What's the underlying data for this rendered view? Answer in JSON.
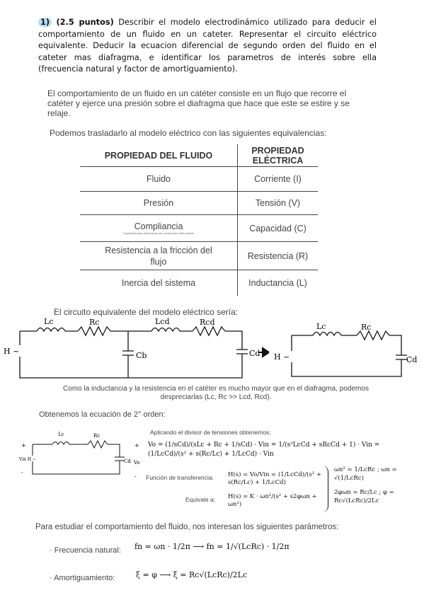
{
  "question": {
    "number": "1)",
    "points": "(2.5 puntos)",
    "text": "Describir el modelo electrodinámico utilizado para deducir el comportamiento de un fluido en un cateter. Representar el circuito eléctrico equivalente. Deducir la ecuacion diferencial de segundo orden del fluido en el cateter mas diafragma, e identificar los parametros de interés sobre ella (frecuencia natural y factor de amortiguamiento)."
  },
  "intro": "El comportamiento de un fluido en un catéter consiste en un flujo que recorre el catéter y ejerce una presión sobre el diafragma que hace que este se estire y se relaje.",
  "equiv_intro": "Podemos trasladarlo al modelo eléctrico con las siguientes equivalencias:",
  "table": {
    "headers": [
      "PROPIEDAD DEL FLUIDO",
      "PROPIEDAD ELÉCTRICA"
    ],
    "rows": [
      {
        "fluid": "Fluido",
        "electric": "Corriente (I)"
      },
      {
        "fluid": "Presión",
        "electric": "Tensión (V)"
      },
      {
        "fluid": "Compliancia",
        "note": "Capacidad para deformarse sin compresión ante presión",
        "electric": "Capacidad (C)"
      },
      {
        "fluid": "Resistencia a la fricción del flujo",
        "electric": "Resistencia (R)"
      },
      {
        "fluid": "Inercia del sistema",
        "electric": "Inductancia (L)"
      }
    ]
  },
  "circuit_intro": "El circuito equivalente del modelo eléctrico sería:",
  "circuit1": {
    "Lc": "Lc",
    "Rc": "Rc",
    "Lcd": "Lcd",
    "Rcd": "Rcd",
    "Cb": "Cb",
    "Cd": "Cd",
    "source": "H ~"
  },
  "circuit2": {
    "Lc": "Lc",
    "Rc": "Rc",
    "Cd": "Cd",
    "source": "H ~"
  },
  "circuit_caption": "Como la inductancia y la resistencia en el catéter es mucho mayor que en el diafragma, podemos despreciarlas (Lc, Rc >> Lcd, Rcd).",
  "ode_intro": "Obtenemos la ecuación de 2° orden:",
  "divider_label": "Aplicando el divisor de tensiones obtenemos:",
  "circuit3": {
    "Lc": "Lc",
    "Rc": "Rc",
    "Cd": "Cd",
    "vin": "Vin H ~",
    "vo": "Vo",
    "plus": "+",
    "minus": "-"
  },
  "eq_vo": "Vo = (1/sCd)/(sLc + Rc + 1/sCd) · Vin = 1/(s²LcCd + sRcCd + 1) · Vin = (1/LcCd)/(s² + s(Rc/Lc) + 1/LcCd) · Vin",
  "transfer_label": "Función de transferencia:",
  "eq_h": "H(s) = Vo/Vin = (1/LcCd)/(s² + s(Rc/Lc) + 1/LcCd)",
  "equivalent_label": "Equivale a:",
  "eq_h2": "H(s) = K · ωn²/(s² + s2φωn + ωn²)",
  "eq_wn": "ωn² = 1/LcRc ; ωn = √(1/LcRc)",
  "eq_phi": "2φωn = Rc/Lc ; φ = Rc√(LcRc)/2Lc",
  "params_intro": "Para estudiar el comportamiento del fluido, nos interesan los siguientes parámetros:",
  "param1_label": "· Frecuencia natural:",
  "param1_eq": "fn = ωn · 1/2π ⟶ fn = 1/√(LcRc) · 1/2π",
  "param2_label": "· Amortiguamiento:",
  "param2_eq": "ξ = φ ⟶ ξ = Rc√(LcRc)/2Lc"
}
